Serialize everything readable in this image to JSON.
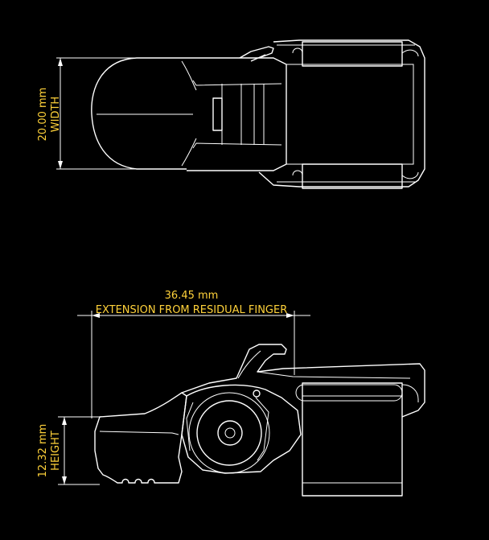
{
  "top_view": {
    "width_dimension": {
      "value": "20.00 mm",
      "label": "WIDTH"
    }
  },
  "side_view": {
    "extension_dimension": {
      "value": "36.45 mm",
      "label": "EXTENSION FROM RESIDUAL FINGER"
    },
    "height_dimension": {
      "value": "12.32 mm",
      "label": "HEIGHT"
    }
  },
  "colors": {
    "background": "#000000",
    "line": "#ffffff",
    "dimension_text": "#ffd23a"
  }
}
